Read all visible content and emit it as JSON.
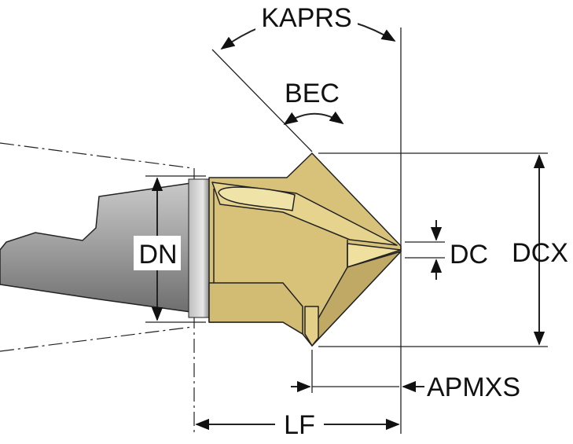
{
  "labels": {
    "kaprs": "KAPRS",
    "bec": "BEC",
    "dn": "DN",
    "dc": "DC",
    "dcx": "DCX",
    "apmxs": "APMXS",
    "lf": "LF"
  },
  "colors": {
    "insert": "#d8c27a",
    "insert_light": "#eedd9c",
    "insert_dark": "#b8a25e",
    "shank": "#a9a9a9",
    "line": "#222222"
  }
}
